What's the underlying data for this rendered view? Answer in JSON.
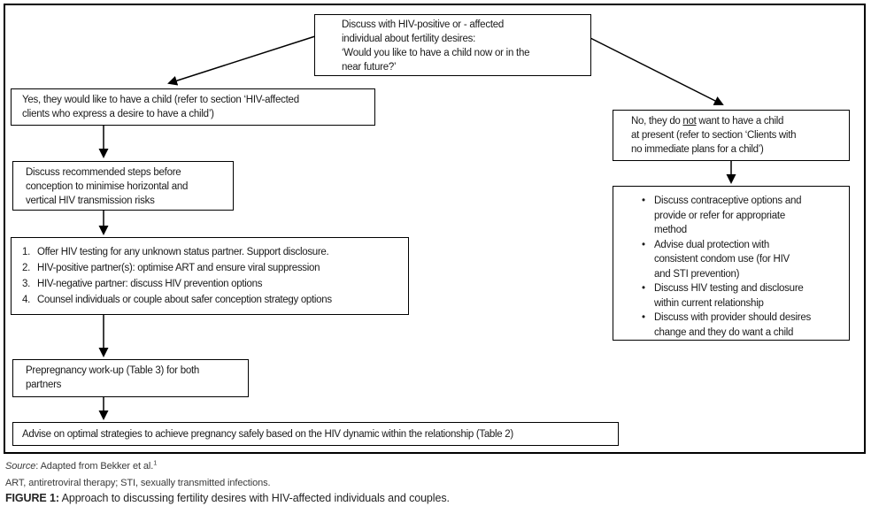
{
  "figure": {
    "boxes": {
      "question": {
        "text": "Discuss with HIV-positive or - affected\nindividual about fertility desires:\n‘Would you like to have a child now or in the\nnear future?’"
      },
      "yes": {
        "text": "Yes, they would like to have a child (refer to section ‘HIV-affected\nclients who express a desire to have a child’)"
      },
      "no": {
        "pre": "No, they do ",
        "underlined": "not",
        "post": " want to have a child\nat present (refer to section ‘Clients with\nno immediate plans for a child’)"
      },
      "steps": {
        "text": "Discuss recommended steps before\nconception to minimise horizontal and\nvertical HIV transmission risks"
      },
      "numbered": {
        "items": [
          {
            "num": "1.",
            "text": "Offer HIV testing for any unknown status partner. Support disclosure."
          },
          {
            "num": "2.",
            "text": "HIV-positive partner(s): optimise ART and ensure viral suppression"
          },
          {
            "num": "3.",
            "text": "HIV-negative partner: discuss HIV prevention options"
          },
          {
            "num": "4.",
            "text": "Counsel individuals or couple about safer conception strategy options"
          }
        ]
      },
      "contraception": {
        "marker": "•",
        "items": [
          "Discuss contraceptive options and\nprovide or refer for appropriate\nmethod",
          "Advise dual protection with\nconsistent condom use (for HIV\nand STI prevention)",
          "Discuss HIV testing and disclosure\nwithin current relationship",
          "Discuss with provider should desires\nchange and they do want a child"
        ]
      },
      "prepregnancy": {
        "text": "Prepregnancy work-up (Table 3) for both\npartners"
      },
      "advise": {
        "text": "Advise on optimal strategies to achieve pregnancy safely based on the HIV dynamic within the relationship (Table 2)"
      }
    }
  },
  "captions": {
    "source": {
      "label": "Source",
      "rest": ": Adapted from Bekker et al.",
      "sup": "1"
    },
    "abbreviations": "ART, antiretroviral therapy; STI, sexually transmitted infections.",
    "figure_label": "FIGURE 1:",
    "figure_text": " Approach to discussing fertility desires with HIV-affected individuals and couples."
  },
  "colors": {
    "border": "#000000",
    "box_text": "#1a1a1a",
    "caption_text": "#3a3a3a",
    "background": "#ffffff"
  }
}
